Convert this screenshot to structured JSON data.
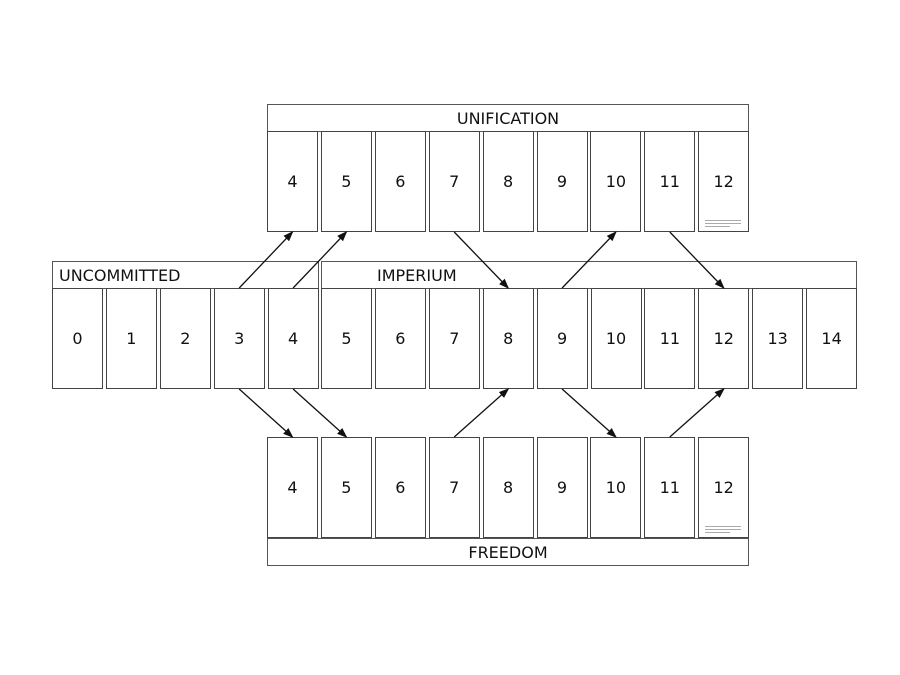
{
  "tracks": {
    "unification": {
      "label": "UNIFICATION",
      "cells": [
        "4",
        "5",
        "6",
        "7",
        "8",
        "9",
        "10",
        "11",
        "12"
      ]
    },
    "uncommitted": {
      "label": "UNCOMMITTED",
      "cells": [
        "0",
        "1",
        "2",
        "3",
        "4"
      ]
    },
    "imperium": {
      "label": "IMPERIUM",
      "cells": [
        "5",
        "6",
        "7",
        "8",
        "9",
        "10",
        "11",
        "12",
        "13",
        "14"
      ]
    },
    "freedom": {
      "label": "FREEDOM",
      "cells": [
        "4",
        "5",
        "6",
        "7",
        "8",
        "9",
        "10",
        "11",
        "12"
      ]
    }
  },
  "arrows": [
    {
      "from": "uncommitted-3",
      "to": "unification-4"
    },
    {
      "from": "uncommitted-4",
      "to": "unification-5"
    },
    {
      "from": "unification-7",
      "to": "imperium-8"
    },
    {
      "from": "imperium-9",
      "to": "unification-10"
    },
    {
      "from": "unification-11",
      "to": "imperium-12"
    },
    {
      "from": "uncommitted-3",
      "to": "freedom-4"
    },
    {
      "from": "uncommitted-4",
      "to": "freedom-5"
    },
    {
      "from": "freedom-7",
      "to": "imperium-8"
    },
    {
      "from": "imperium-9",
      "to": "freedom-10"
    },
    {
      "from": "freedom-11",
      "to": "imperium-12"
    }
  ]
}
